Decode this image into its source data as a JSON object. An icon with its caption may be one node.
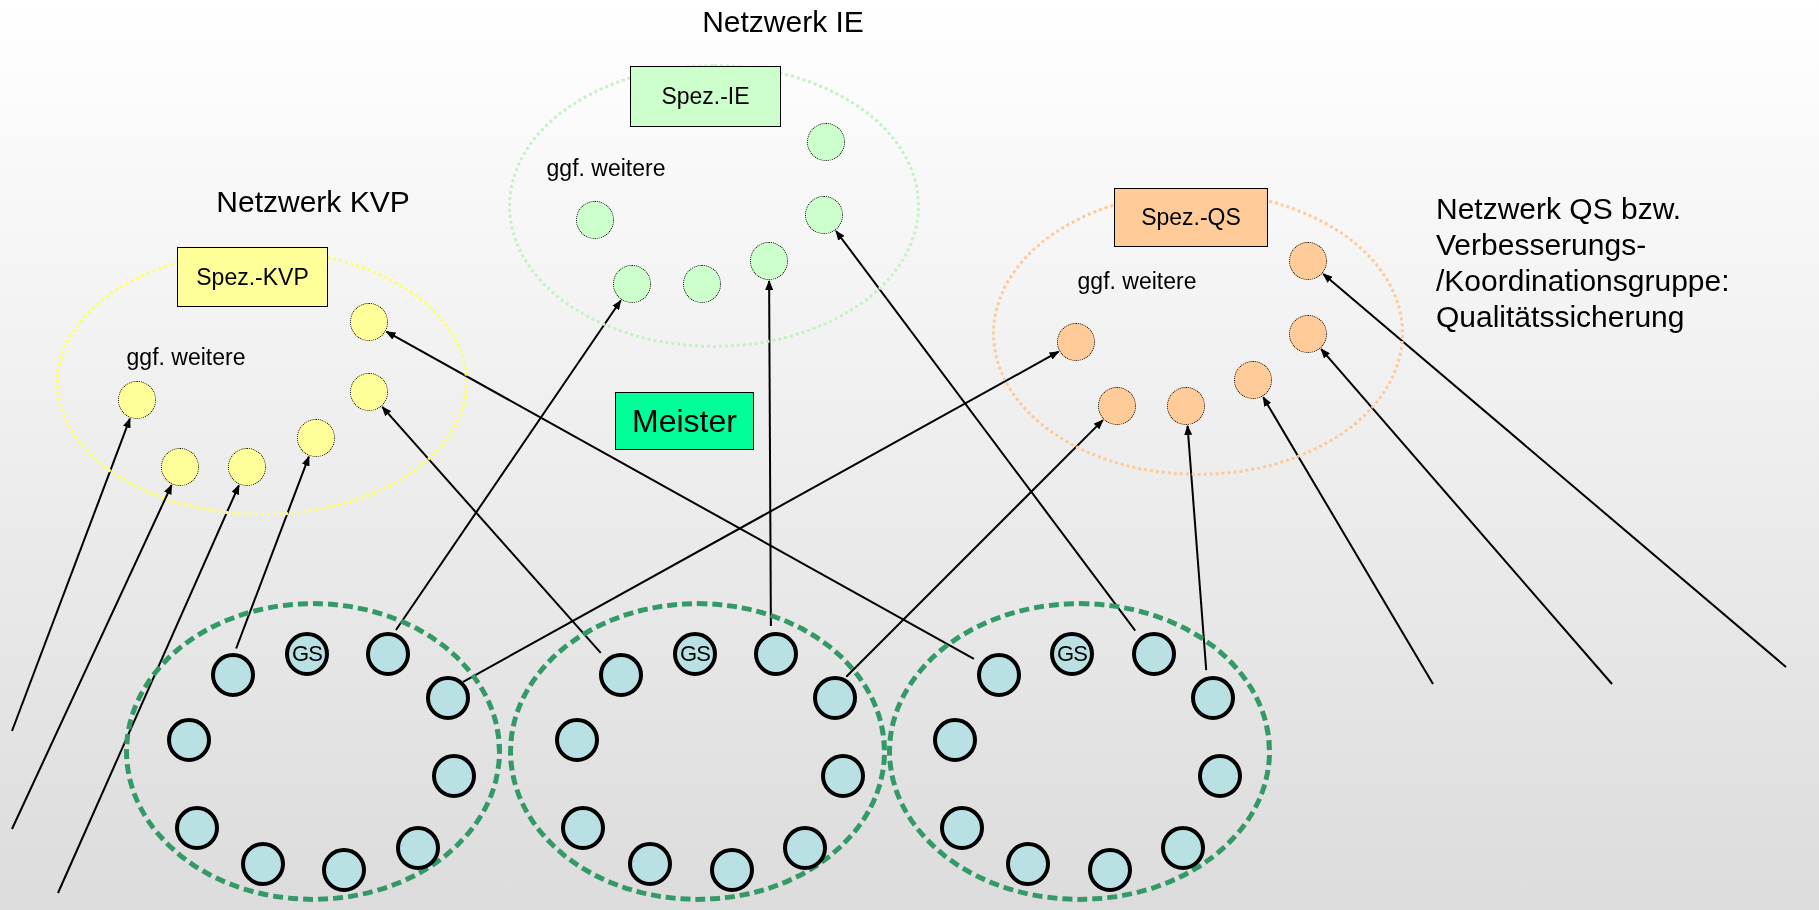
{
  "diagram": {
    "nodes": [
      {
        "text": [
          "Netzwerk KVP"
        ]
      },
      {
        "text": [
          "Spez.-KVP"
        ],
        "in": 0
      },
      {
        "text": [],
        "shape": "circle",
        "in": 0
      },
      {
        "text": [],
        "shape": "circle",
        "in": 0
      },
      {
        "text": [],
        "shape": "circle",
        "in": 0
      },
      {
        "text": [],
        "shape": "circle",
        "in": 0
      },
      {
        "text": [],
        "shape": "circle",
        "in": 0
      },
      {
        "text": [],
        "shape": "circle",
        "in": 0
      },
      {
        "text": [
          "Netzwerk IE"
        ]
      },
      {
        "text": [
          "Spez.-IE"
        ],
        "in": 8
      },
      {
        "text": [],
        "shape": "circle",
        "in": 8
      },
      {
        "text": [],
        "shape": "circle",
        "in": 8
      },
      {
        "text": [],
        "shape": "circle",
        "in": 8
      },
      {
        "text": [],
        "shape": "circle",
        "in": 8
      },
      {
        "text": [],
        "shape": "circle",
        "in": 8
      },
      {
        "text": [],
        "shape": "circle",
        "in": 8
      },
      {
        "text": [
          "Netzwerk QS bzw. Verbesserungs- /Koordinationsgruppe: Qualitätssicherung"
        ]
      },
      {
        "text": [
          "Spez.-QS"
        ],
        "in": 16
      },
      {
        "text": [],
        "shape": "circle",
        "in": 16
      },
      {
        "text": [],
        "shape": "circle",
        "in": 16
      },
      {
        "text": [],
        "shape": "circle",
        "in": 16
      },
      {
        "text": [],
        "shape": "circle",
        "in": 16
      },
      {
        "text": [],
        "shape": "circle",
        "in": 16
      },
      {
        "text": [],
        "shape": "circle",
        "in": 16
      },
      {
        "text": [
          "Meister"
        ]
      },
      {
        "text": [],
        "shape": "ellipse"
      },
      {
        "text": [],
        "shape": "circle",
        "in": 25
      },
      {
        "text": [
          "GS"
        ],
        "in": 25
      },
      {
        "text": [],
        "shape": "circle",
        "in": 25
      },
      {
        "text": [],
        "shape": "circle",
        "in": 25
      },
      {
        "text": [],
        "shape": "circle",
        "in": 25
      },
      {
        "text": [],
        "shape": "circle",
        "in": 25
      },
      {
        "text": [],
        "shape": "circle",
        "in": 25
      },
      {
        "text": [],
        "shape": "circle",
        "in": 25
      },
      {
        "text": [],
        "shape": "circle",
        "in": 25
      },
      {
        "text": [],
        "shape": "circle",
        "in": 25
      },
      {
        "text": [],
        "shape": "ellipse"
      },
      {
        "text": [],
        "shape": "circle",
        "in": 36
      },
      {
        "text": [
          "GS"
        ],
        "in": 36
      },
      {
        "text": [],
        "shape": "circle",
        "in": 36
      },
      {
        "text": [],
        "shape": "circle",
        "in": 36
      },
      {
        "text": [],
        "shape": "circle",
        "in": 36
      },
      {
        "text": [],
        "shape": "circle",
        "in": 36
      },
      {
        "text": [],
        "shape": "circle",
        "in": 36
      },
      {
        "text": [],
        "shape": "circle",
        "in": 36
      },
      {
        "text": [],
        "shape": "circle",
        "in": 36
      },
      {
        "text": [],
        "shape": "circle",
        "in": 36
      },
      {
        "text": [],
        "shape": "ellipse"
      },
      {
        "text": [],
        "shape": "circle",
        "in": 47
      },
      {
        "text": [
          "GS"
        ],
        "in": 47
      },
      {
        "text": [],
        "shape": "circle",
        "in": 47
      },
      {
        "text": [],
        "shape": "circle",
        "in": 47
      },
      {
        "text": [],
        "shape": "circle",
        "in": 47
      },
      {
        "text": [],
        "shape": "circle",
        "in": 47
      },
      {
        "text": [],
        "shape": "circle",
        "in": 47
      },
      {
        "text": [],
        "shape": "circle",
        "in": 47
      },
      {
        "text": [],
        "shape": "circle",
        "in": 47
      },
      {
        "text": [],
        "shape": "circle",
        "in": 47
      }
    ],
    "edges": [
      {
        "from": null,
        "to": 2,
        "arrow": "to"
      },
      {
        "from": null,
        "to": 3,
        "arrow": "to"
      },
      {
        "from": null,
        "to": 4,
        "arrow": "to"
      },
      {
        "from": 26,
        "to": 5,
        "arrow": "to"
      },
      {
        "from": 37,
        "to": 7,
        "arrow": "to"
      },
      {
        "from": 48,
        "to": 6,
        "arrow": "to"
      },
      {
        "from": 28,
        "to": 11,
        "arrow": "to"
      },
      {
        "from": 39,
        "to": 13,
        "arrow": "to"
      },
      {
        "from": 50,
        "to": 14,
        "arrow": "to"
      },
      {
        "from": 29,
        "to": 18,
        "arrow": "to"
      },
      {
        "from": 40,
        "to": 19,
        "arrow": "to"
      },
      {
        "from": 51,
        "to": 20,
        "arrow": "to"
      },
      {
        "from": null,
        "to": 21,
        "arrow": "to"
      },
      {
        "from": null,
        "to": 23,
        "arrow": "to"
      },
      {
        "from": null,
        "to": 22,
        "arrow": "to"
      }
    ],
    "labels": [
      "ggf. weitere",
      "ggf. weitere",
      "ggf. weitere"
    ]
  }
}
